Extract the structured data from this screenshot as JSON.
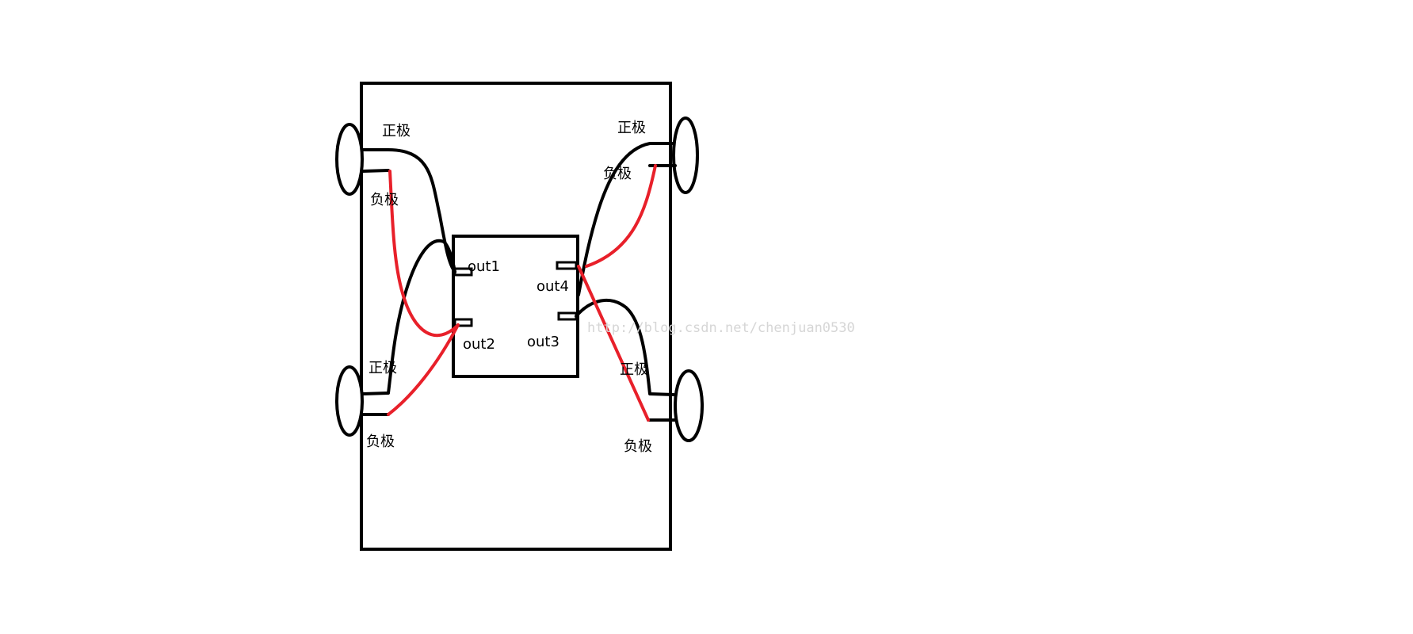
{
  "motors": {
    "front_left": {
      "positive": "正极",
      "negative": "负极"
    },
    "front_right": {
      "positive": "正极",
      "negative": "负极"
    },
    "rear_left": {
      "positive": "正极",
      "negative": "负极"
    },
    "rear_right": {
      "positive": "正极",
      "negative": "负极"
    }
  },
  "driver": {
    "out1": "out1",
    "out2": "out2",
    "out3": "out3",
    "out4": "out4"
  },
  "watermark": "http://blog.csdn.net/chenjuan0530",
  "colors": {
    "wire_positive": "#000000",
    "wire_negative": "#e8202a",
    "outline": "#000000"
  }
}
